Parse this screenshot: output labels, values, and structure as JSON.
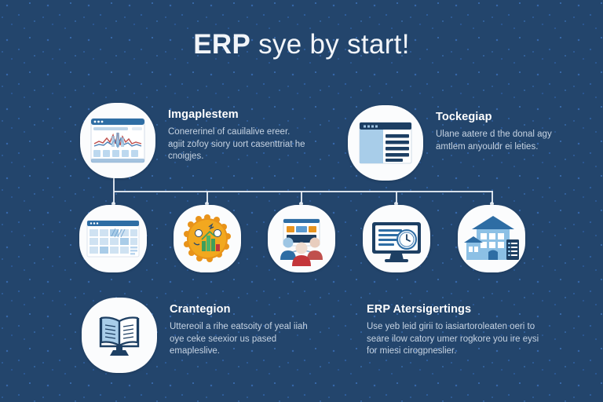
{
  "page": {
    "title_strong": "ERP",
    "title_rest": "sye by start!",
    "background_color": "#23456c",
    "accent_color": "#2e6da4",
    "card_surface_color": "#fbfcfd",
    "title_color": "#f2f5f9",
    "body_text_color": "#c6d3e2",
    "highlight_orange": "#f0a21e",
    "highlight_green": "#3f9e5a",
    "highlight_red": "#c4363a"
  },
  "cards": [
    {
      "id": "imgaplestem",
      "title": "Imgaplestem",
      "body": "Conererinel of cauilalive ereer. agiit zofoy siory uort casenttriat he cnoigjes.",
      "icon": "dashboard-chart-window-icon"
    },
    {
      "id": "tockegiap",
      "title": "Tockegiap",
      "body": "Ulane aatere d the donal agy amtlem anyouldr ei leties.",
      "icon": "browser-sidebar-window-icon"
    },
    {
      "id": "crantegion",
      "title": "Crantegion",
      "body": "Uttereoil a rihe eatsoity of yeal iiah oye ceke seexior us pased emapleslive.",
      "icon": "open-book-monitor-icon"
    },
    {
      "id": "erp-atersigertings",
      "title": "ERP Atersigertings",
      "body": "Use yeb leid girii to iasiartoroleaten oeri to seare ilow catory umer rogkore you ire eysi for miesi cirogpneslier.",
      "icon": "text-only-icon"
    }
  ],
  "circles": [
    {
      "id": "spreadsheet-grid",
      "icon": "spreadsheet-grid-icon"
    },
    {
      "id": "analytics-badge",
      "icon": "orange-badge-bar-chart-icon"
    },
    {
      "id": "team-collaboration",
      "icon": "team-presentation-icon"
    },
    {
      "id": "monitor-time",
      "icon": "monitor-clock-icon"
    },
    {
      "id": "enterprise-building",
      "icon": "building-checklist-icon"
    }
  ],
  "connectors": {
    "horizontal_label": "branch-connector",
    "drop_count": 5
  }
}
